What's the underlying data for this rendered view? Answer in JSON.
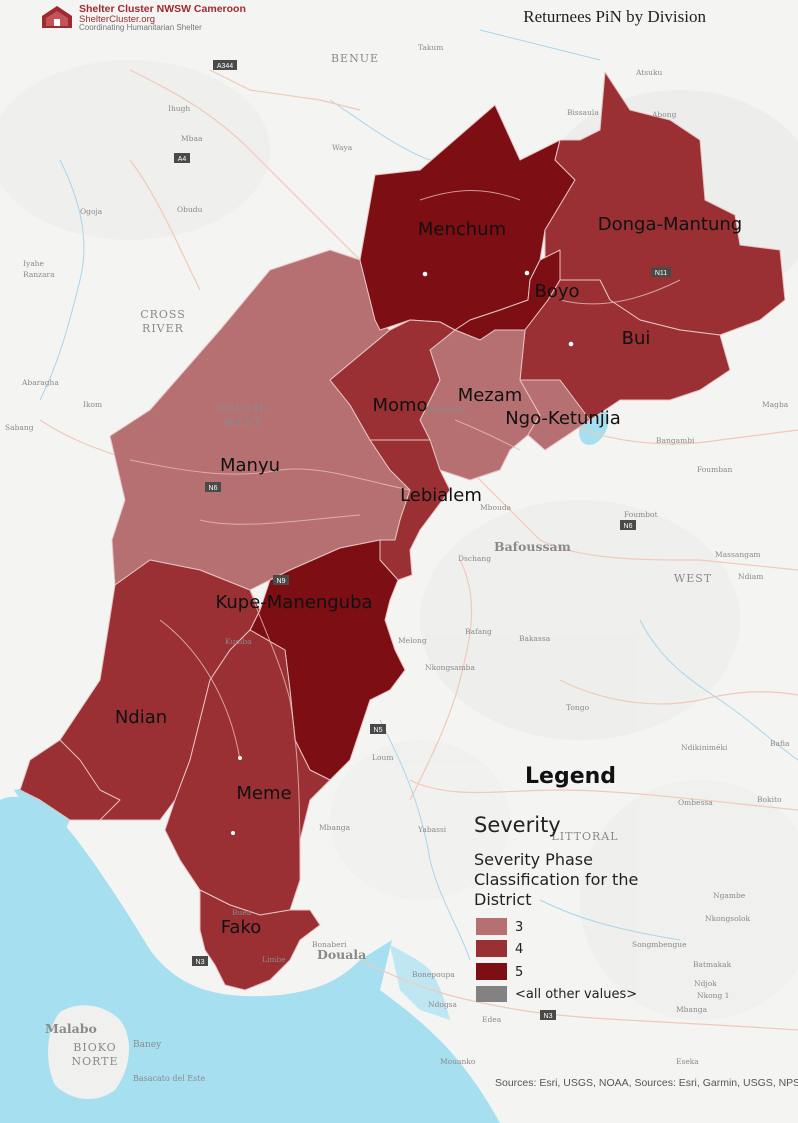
{
  "title": "Returnees PiN by Division",
  "logo": {
    "name": "Shelter Cluster NWSW Cameroon",
    "site": "ShelterCluster.org",
    "tagline": "Coordinating Humanitarian Shelter"
  },
  "colors": {
    "severity_3": "#b77071",
    "severity_4": "#9a3034",
    "severity_5": "#7c0e14",
    "other": "#828282",
    "water": "#a6dff0",
    "land": "#f4f4f3"
  },
  "divisions": [
    {
      "name": "Menchum",
      "severity": 5
    },
    {
      "name": "Donga-Mantung",
      "severity": 4
    },
    {
      "name": "Boyo",
      "severity": 5
    },
    {
      "name": "Bui",
      "severity": 4
    },
    {
      "name": "Mezam",
      "severity": 3
    },
    {
      "name": "Momo",
      "severity": 4
    },
    {
      "name": "Ngo-Ketunjia",
      "severity": 3
    },
    {
      "name": "Manyu",
      "severity": 3
    },
    {
      "name": "Lebialem",
      "severity": 4
    },
    {
      "name": "Kupe-Manenguba",
      "severity": 5
    },
    {
      "name": "Ndian",
      "severity": 4
    },
    {
      "name": "Meme",
      "severity": 4
    },
    {
      "name": "Fako",
      "severity": 4
    }
  ],
  "legend": {
    "title": "Legend",
    "layer": "Severity",
    "description": [
      "Severity Phase",
      "Classification for the",
      "District"
    ],
    "items": [
      {
        "label": "3",
        "color": "#b77071"
      },
      {
        "label": "4",
        "color": "#9a3034"
      },
      {
        "label": "5",
        "color": "#7c0e14"
      },
      {
        "label": "<all other values>",
        "color": "#828282"
      }
    ]
  },
  "basemap_labels": {
    "regions": [
      "BENUE",
      "CROSS",
      "RIVER",
      "SOUTH-",
      "WEST",
      "WEST",
      "LITTORAL",
      "BIOKO",
      "NORTE"
    ],
    "cities": [
      "Bafoussam",
      "Douala",
      "Malabo"
    ],
    "towns": [
      "Takum",
      "Atsuku",
      "Bissaula",
      "Abong",
      "Ihugh",
      "Mbaa",
      "Waya",
      "Obudu",
      "Ogoja",
      "Iyahe",
      "Ranzara",
      "Abaragha",
      "Ikom",
      "Sabang",
      "Magba",
      "Bangambi",
      "Foumban",
      "Foumbot",
      "Mbouda",
      "Dschang",
      "Massangam",
      "Ndiam",
      "Bafang",
      "Bakassa",
      "Melong",
      "Nkongsamba",
      "Tongo",
      "Loum",
      "Ndikiniméki",
      "Bafia",
      "Bokito",
      "Ombessa",
      "Mbanga",
      "Yabassi",
      "Bonepoupa",
      "Ndogsa",
      "Edea",
      "Ngambe",
      "Nkongsolok",
      "Songmbengue",
      "Batmakak",
      "Ndjok",
      "Nkong 1",
      "Mbanga",
      "Eseka",
      "Mouanko",
      "Baney",
      "Basacato del Este",
      "Bonaberi",
      "Limbe",
      "Buea",
      "Kumba",
      "Bamenda"
    ],
    "roads": [
      "A344",
      "A4",
      "N11",
      "N6",
      "N9",
      "N5",
      "N3",
      "N6",
      "N3"
    ]
  },
  "sources": "Sources: Esri, USGS, NOAA, Sources: Esri, Garmin, USGS, NPS"
}
